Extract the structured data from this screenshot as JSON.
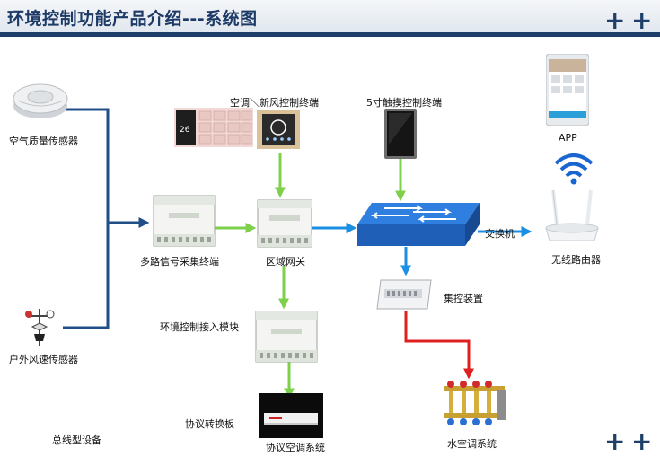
{
  "title": "环境控制功能产品介绍---系统图",
  "labels": {
    "air_quality_sensor": "空气质量传感器",
    "outdoor_wind_sensor": "户外风速传感器",
    "bus_device": "总线型设备",
    "multi_signal_terminal": "多路信号采集终端",
    "ac_fresh_air_terminal": "空调＼新风控制终端",
    "touch_terminal": "5寸触摸控制终端",
    "area_gateway": "区域网关",
    "switch": "交换机",
    "app": "APP",
    "wireless_router": "无线路由器",
    "central_control": "集控装置",
    "env_access_module": "环境控制接入模块",
    "protocol_board": "协议转换板",
    "protocol_ac_system": "协议空调系统",
    "water_ac_system": "水空调系统"
  },
  "colors": {
    "header_bar": "#1f3f6b",
    "bus_line": "#1f4f86",
    "green_arrow": "#7ed04b",
    "blue_arrow": "#1a8fe3",
    "red_arrow": "#e02020"
  }
}
